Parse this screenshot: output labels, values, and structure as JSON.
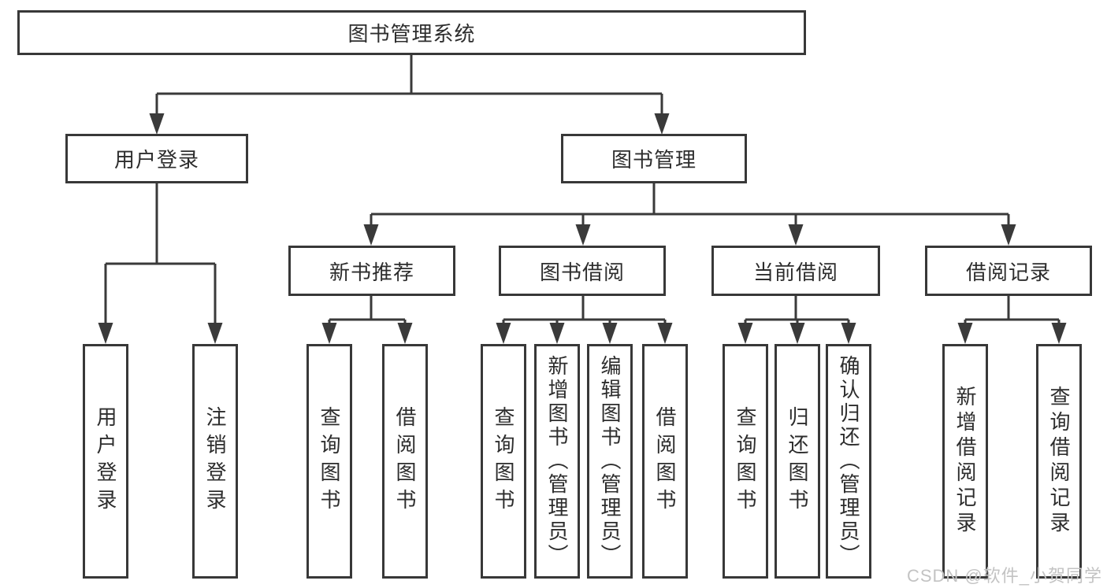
{
  "diagram": {
    "root": {
      "label": "图书管理系统"
    },
    "level2": [
      {
        "label": "用户登录"
      },
      {
        "label": "图书管理"
      }
    ],
    "level3": [
      {
        "label": "新书推荐"
      },
      {
        "label": "图书借阅"
      },
      {
        "label": "当前借阅"
      },
      {
        "label": "借阅记录"
      }
    ],
    "leaves": [
      {
        "label": "用户登录"
      },
      {
        "label": "注销登录"
      },
      {
        "label": "查询图书"
      },
      {
        "label": "借阅图书"
      },
      {
        "label": "查询图书"
      },
      {
        "label": "新增图书（管理员）"
      },
      {
        "label": "编辑图书（管理员）"
      },
      {
        "label": "借阅图书"
      },
      {
        "label": "查询图书"
      },
      {
        "label": "归还图书"
      },
      {
        "label": "确认归还（管理员）"
      },
      {
        "label": "新增借阅记录"
      },
      {
        "label": "查询借阅记录"
      }
    ]
  },
  "watermark": {
    "text": "CSDN @软件_小贺同学"
  },
  "colors": {
    "line": "#3a3a3a",
    "text": "#2d2d2d",
    "watermark": "#c3c3c3",
    "background": "#ffffff"
  }
}
